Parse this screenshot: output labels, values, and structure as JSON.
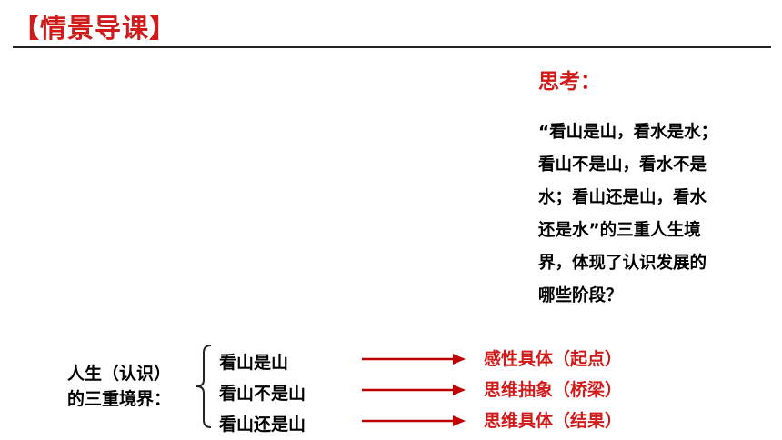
{
  "title": "【情景导课】",
  "think": {
    "label": "思考：",
    "lines": [
      "“看山是山，看水是水；",
      "看山不是山，看水不是",
      "水；看山还是山，看水",
      "还是水”的三重人生境",
      "界，体现了认识发展的",
      "哪些阶段？"
    ]
  },
  "diagram": {
    "left_label": [
      "人生（认识）",
      "的三重境界："
    ],
    "stages": [
      "看山是山",
      "看山不是山",
      "看山还是山"
    ],
    "results": [
      "感性具体（起点）",
      "思维抽象（桥梁）",
      "思维具体（结果）"
    ],
    "accent_color": "#d11b1b"
  }
}
